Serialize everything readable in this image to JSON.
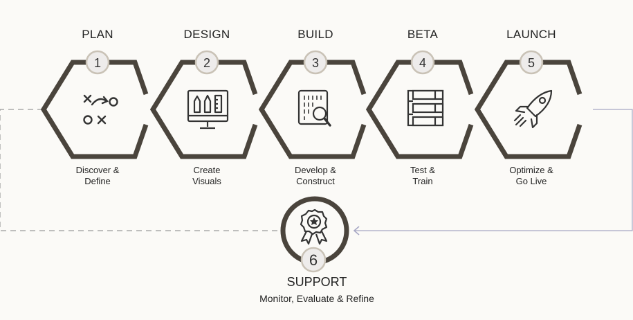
{
  "phases": [
    {
      "title": "PLAN",
      "number": "1",
      "desc_line1": "Discover &",
      "desc_line2": "Define",
      "icon": "strategy-icon"
    },
    {
      "title": "DESIGN",
      "number": "2",
      "desc_line1": "Create",
      "desc_line2": "Visuals",
      "icon": "design-monitor-icon"
    },
    {
      "title": "BUILD",
      "number": "3",
      "desc_line1": "Develop &",
      "desc_line2": "Construct",
      "icon": "code-search-icon"
    },
    {
      "title": "BETA",
      "number": "4",
      "desc_line1": "Test &",
      "desc_line2": "Train",
      "icon": "server-rack-icon"
    },
    {
      "title": "LAUNCH",
      "number": "5",
      "desc_line1": "Optimize &",
      "desc_line2": "Go Live",
      "icon": "rocket-icon"
    }
  ],
  "support": {
    "title": "SUPPORT",
    "number": "6",
    "desc": "Monitor, Evaluate & Refine",
    "icon": "award-ribbon-icon"
  },
  "colors": {
    "hex_stroke": "#4a443c",
    "badge_fill": "#eeeceb",
    "badge_stroke": "#c9c2b6",
    "connector": "#a7a7c4",
    "dashed": "#9a9a9a"
  }
}
